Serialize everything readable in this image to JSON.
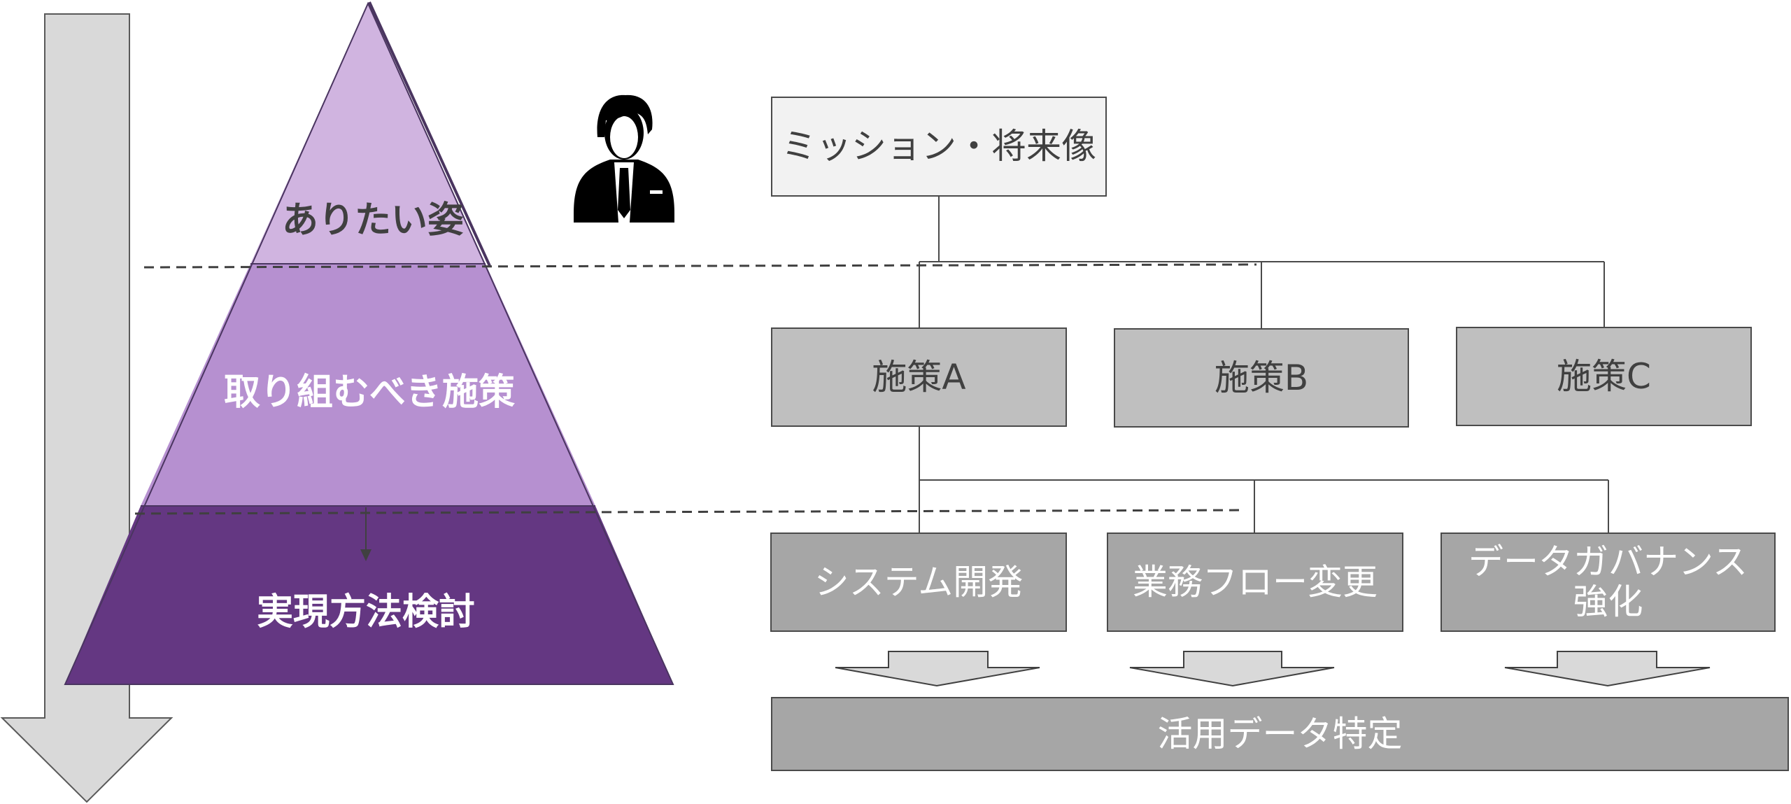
{
  "pyramid": {
    "layers": [
      {
        "label": "ありたい姿",
        "color": "#d0b4e0",
        "text_color": "#404040"
      },
      {
        "label": "取り組むべき施策",
        "color": "#b690d0",
        "text_color": "#ffffff"
      },
      {
        "label": "実現方法検討",
        "color": "#643782",
        "text_color": "#ffffff"
      }
    ],
    "outline_color": "#4a3560"
  },
  "side_arrow": {
    "icon": "arrow-down-icon",
    "color": "#d9d9d9"
  },
  "person": {
    "icon": "businessman-icon"
  },
  "tree": {
    "root": {
      "label": "ミッション・将来像"
    },
    "measures": [
      {
        "label": "施策A"
      },
      {
        "label": "施策B"
      },
      {
        "label": "施策C"
      }
    ],
    "methods": [
      {
        "label": "システム開発"
      },
      {
        "label": "業務フロー変更"
      },
      {
        "label": "データガバナンス\n強化"
      }
    ],
    "result": {
      "label": "活用データ特定"
    }
  },
  "colors": {
    "line": "#4a4a4a",
    "dash": "#404040",
    "arrow_fill": "#d9d9d9"
  }
}
